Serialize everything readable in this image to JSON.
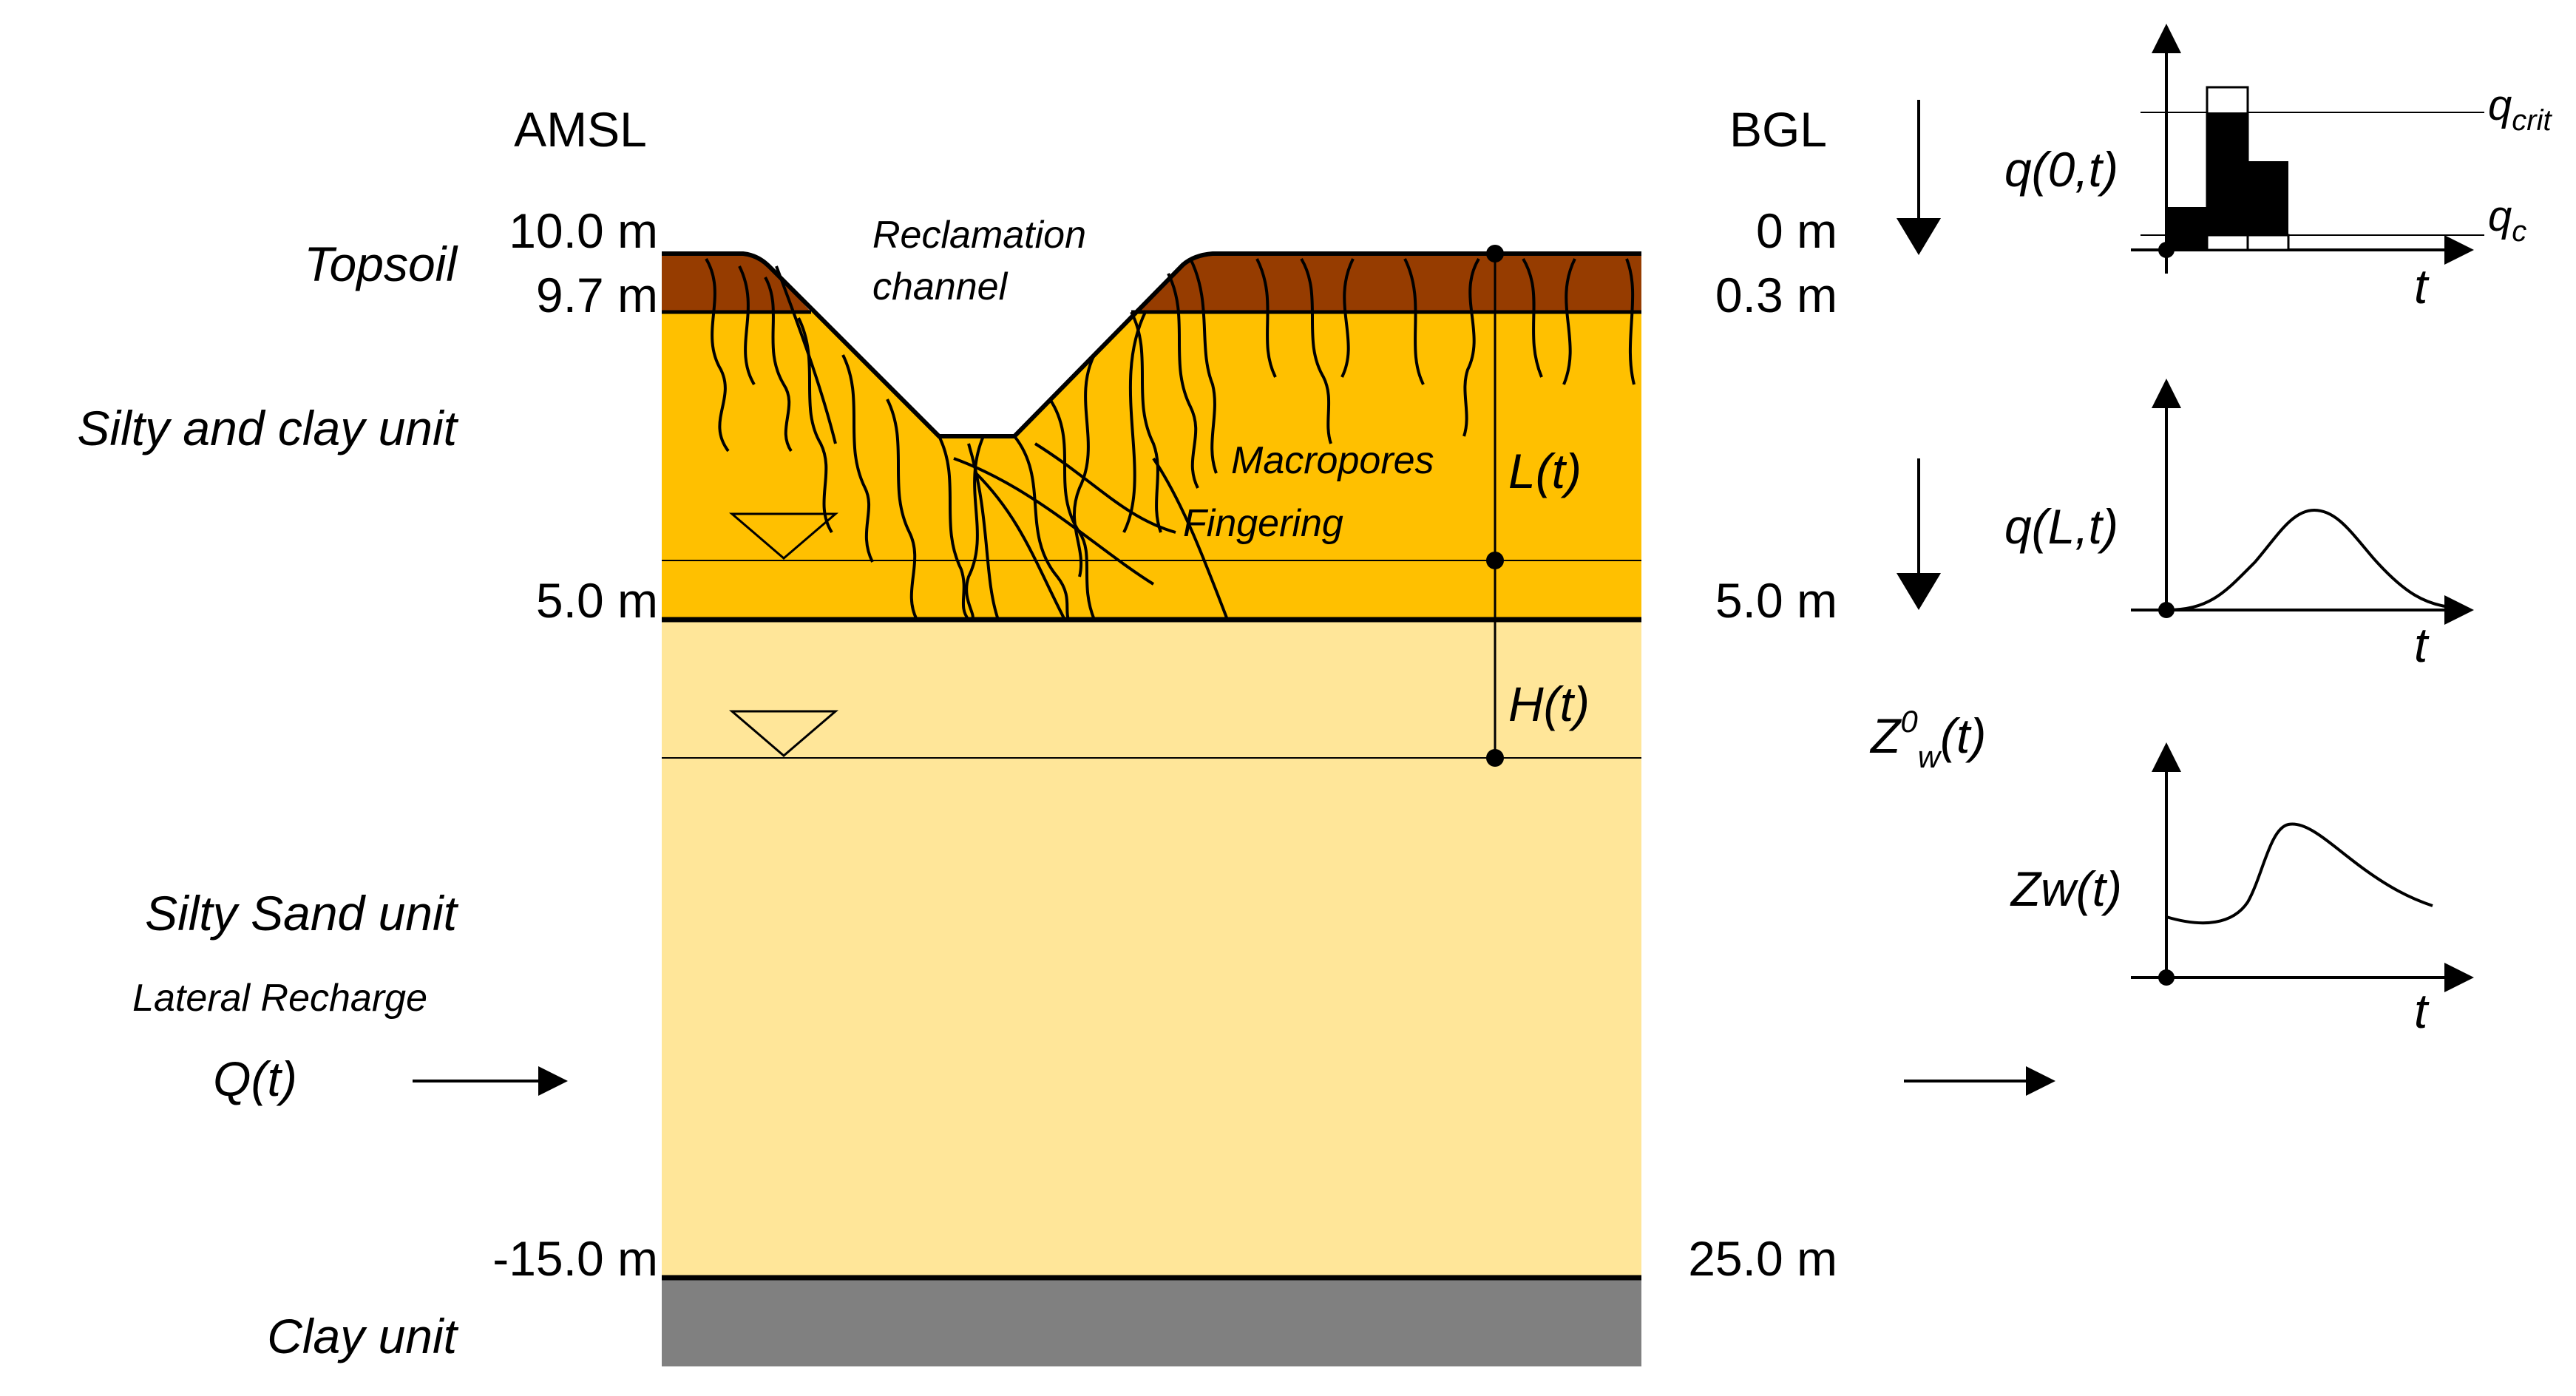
{
  "left_labels": {
    "header": "AMSL",
    "topsoil": "Topsoil",
    "silty_clay": "Silty and clay unit",
    "silty_sand": "Silty Sand unit",
    "lateral_recharge": "Lateral Recharge",
    "q_t": "Q(t)",
    "clay": "Clay unit"
  },
  "amsl": {
    "e10": "10.0 m",
    "e97": "9.7 m",
    "e5": "5.0 m",
    "em15": "-15.0 m"
  },
  "bgl": {
    "header": "BGL",
    "d0": "0 m",
    "d03": "0.3 m",
    "d5": "5.0 m",
    "d25": "25.0 m"
  },
  "section_labels": {
    "reclamation": "Reclamation",
    "channel": "channel",
    "macropores": "Macropores",
    "fingering": "Fingering",
    "L_t": "L(t)",
    "H_t": "H(t)"
  },
  "right_labels": {
    "q0t": "q(0,t)",
    "qLt": "q(L,t)",
    "Z0w_Z": "Z",
    "Z0w_sup": "0",
    "Z0w_sub": "w",
    "Z0w_tail": "(t)",
    "zw": "Zw(t)",
    "qcrit_q": "q",
    "qcrit_sub": "crit",
    "qc_q": "q",
    "qc_sub": "c",
    "t": "t"
  },
  "colors": {
    "topsoil": "#963c00",
    "silty_clay": "#ffc000",
    "silty_sand": "#ffe699",
    "clay": "#808080",
    "ink": "#000000"
  }
}
